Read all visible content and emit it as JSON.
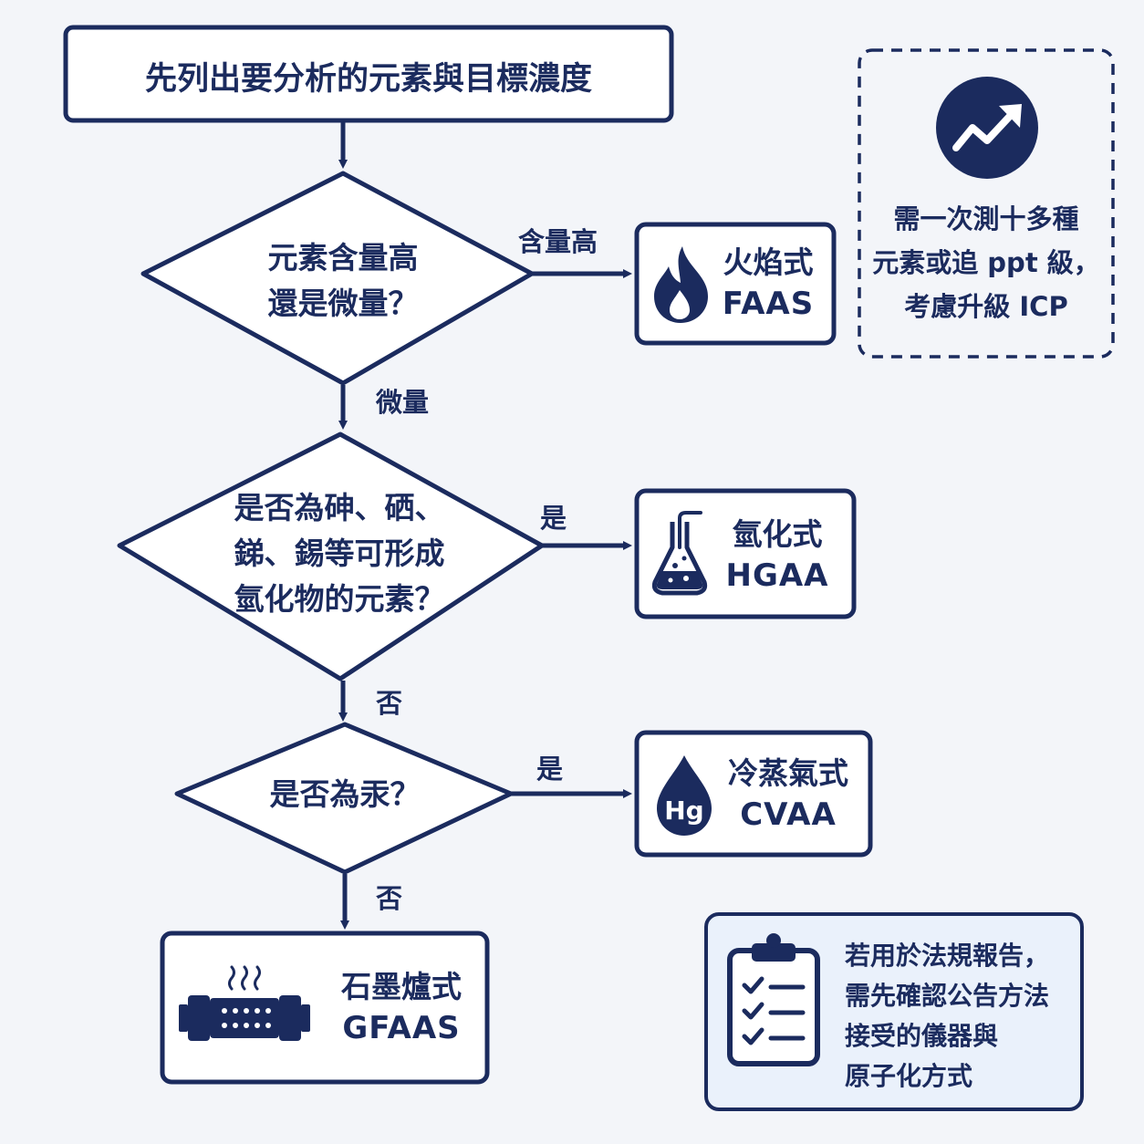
{
  "colors": {
    "primary": "#1b2b5e",
    "background": "#f3f5f9",
    "box_fill": "#ffffff",
    "note_fill": "#eaf1fb"
  },
  "start": {
    "text": "先列出要分析的元素與目標濃度"
  },
  "decisions": [
    {
      "lines": [
        "元素含量高",
        "還是微量？"
      ],
      "yes_label": "含量高",
      "no_label": "微量"
    },
    {
      "lines": [
        "是否為砷、硒、",
        "銻、錫等可形成",
        "氫化物的元素？"
      ],
      "yes_label": "是",
      "no_label": "否"
    },
    {
      "lines": [
        "是否為汞？"
      ],
      "yes_label": "是",
      "no_label": "否"
    }
  ],
  "results": {
    "faas": {
      "name": "火焰式",
      "code": "FAAS",
      "icon": "flame-icon"
    },
    "hgaa": {
      "name": "氫化式",
      "code": "HGAA",
      "icon": "flask-icon"
    },
    "cvaa": {
      "name": "冷蒸氣式",
      "code": "CVAA",
      "icon": "mercury-drop-icon",
      "icon_text": "Hg"
    },
    "gfaas": {
      "name": "石墨爐式",
      "code": "GFAAS",
      "icon": "graphite-furnace-icon"
    }
  },
  "icp_note": {
    "icon": "trend-up-icon",
    "lines": [
      "需一次測十多種",
      "元素或追 ppt 級，",
      "考慮升級 ICP"
    ]
  },
  "report_note": {
    "icon": "clipboard-checklist-icon",
    "lines": [
      "若用於法規報告，",
      "需先確認公告方法",
      "接受的儀器與",
      "原子化方式"
    ]
  }
}
